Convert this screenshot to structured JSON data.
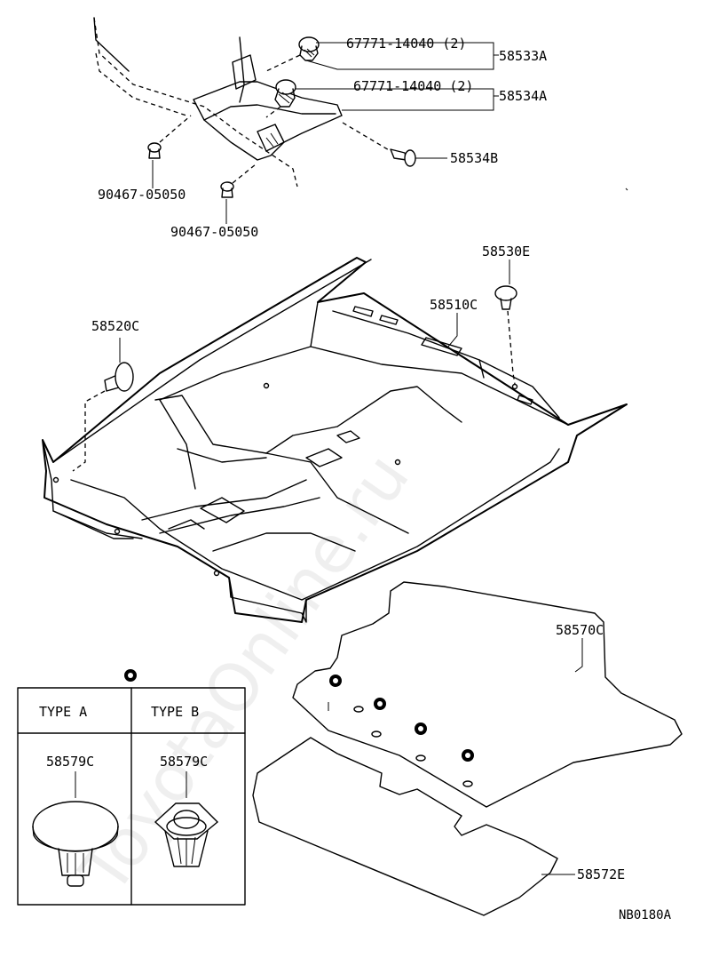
{
  "watermark": "ToyotaOnline.ru",
  "diagram_code": "NB0180A",
  "top_assembly": {
    "clip_upper": {
      "part_no": "67771-14040",
      "qty": "(2)"
    },
    "clip_lower": {
      "part_no": "67771-14040",
      "qty": "(2)"
    },
    "cover_a": "58533A",
    "cover_b": "58534A",
    "screw": "58534B",
    "grommet_left": "90467-05050",
    "grommet_right": "90467-05050"
  },
  "floor": {
    "carpet": "58510C",
    "plug_left": "58520C",
    "plug_right": "58530E"
  },
  "mats": {
    "front_mat": "58570C",
    "rear_mat": "58572E"
  },
  "types_table": {
    "type_a": {
      "header": "TYPE A",
      "part_no": "58579C"
    },
    "type_b": {
      "header": "TYPE B",
      "part_no": "58579C"
    }
  }
}
